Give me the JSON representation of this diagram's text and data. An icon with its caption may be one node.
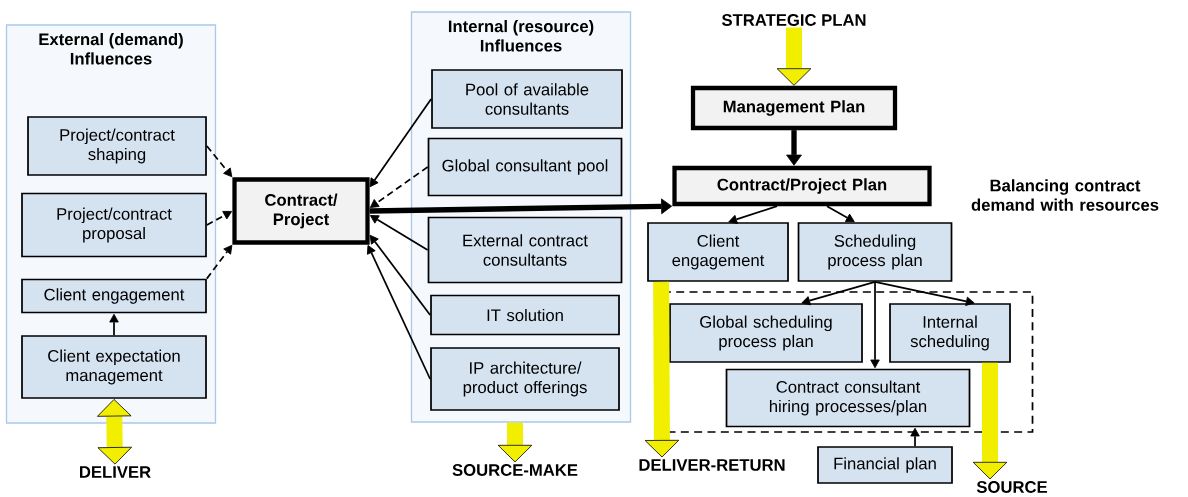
{
  "diagram": {
    "nodes": [
      {
        "text": [
          "External (demand) Influences"
        ]
      },
      {
        "text": [
          "Project/contract shaping"
        ],
        "in": 0
      },
      {
        "text": [
          "Project/contract proposal"
        ],
        "in": 0
      },
      {
        "text": [
          "Client engagement"
        ],
        "in": 0
      },
      {
        "text": [
          "Client expectation management"
        ],
        "in": 0
      },
      {
        "text": [
          "Contract/ Project"
        ]
      },
      {
        "text": [
          "Internal (resource) Influences"
        ]
      },
      {
        "text": [
          "Pool of available consultants"
        ],
        "in": 6
      },
      {
        "text": [
          "Global consultant pool"
        ],
        "in": 6
      },
      {
        "text": [
          "External contract consultants"
        ],
        "in": 6
      },
      {
        "text": [
          "IT solution"
        ],
        "in": 6
      },
      {
        "text": [
          "IP architecture/ product offerings"
        ],
        "in": 6
      },
      {
        "text": [
          "DELIVER"
        ]
      },
      {
        "text": [
          "STRATEGIC PLAN"
        ]
      },
      {
        "text": [
          "Management Plan"
        ]
      },
      {
        "text": [
          "Contract/Project Plan"
        ]
      },
      {
        "text": [
          "Client engagement"
        ]
      },
      {
        "text": [
          "Scheduling process plan"
        ]
      },
      {
        "text": [],
        "shape": "box"
      },
      {
        "text": [
          "Global scheduling process plan"
        ],
        "in": 18
      },
      {
        "text": [
          "Internal scheduling"
        ],
        "in": 18
      },
      {
        "text": [
          "Contract consultant hiring processes/plan"
        ],
        "in": 18
      },
      {
        "text": [
          "Financial plan"
        ]
      },
      {
        "text": [
          "DELIVER-RETURN"
        ]
      },
      {
        "text": [
          "SOURCE"
        ]
      },
      {
        "text": [
          "SOURCE-MAKE"
        ]
      }
    ],
    "edges": [
      {
        "from": 1,
        "to": 5,
        "arrow": "to",
        "style": "dashed"
      },
      {
        "from": 2,
        "to": 5,
        "arrow": "to",
        "style": "dashed"
      },
      {
        "from": 3,
        "to": 5,
        "arrow": "to",
        "style": "dashed"
      },
      {
        "from": 4,
        "to": 3,
        "arrow": "to"
      },
      {
        "from": 4,
        "to": 12,
        "arrow": "both",
        "style": "thick",
        "color": "#f2ee00"
      },
      {
        "from": 7,
        "to": 5,
        "arrow": "to"
      },
      {
        "from": 8,
        "to": 5,
        "arrow": "to",
        "style": "dashed"
      },
      {
        "from": 9,
        "to": 5,
        "arrow": "to"
      },
      {
        "from": 10,
        "to": 5,
        "arrow": "to"
      },
      {
        "from": 11,
        "to": 5,
        "arrow": "to"
      },
      {
        "from": 6,
        "to": 25,
        "arrow": "to",
        "style": "thick",
        "color": "#f2ee00"
      },
      {
        "from": 5,
        "to": 15,
        "arrow": "to",
        "style": "thick"
      },
      {
        "from": 13,
        "to": 14,
        "arrow": "to",
        "style": "thick",
        "color": "#f2ee00"
      },
      {
        "from": 14,
        "to": 15,
        "arrow": "to",
        "style": "thick"
      },
      {
        "from": 15,
        "to": 16,
        "arrow": "to"
      },
      {
        "from": 15,
        "to": 17,
        "arrow": "to"
      },
      {
        "from": 16,
        "to": 23,
        "arrow": "to",
        "style": "thick",
        "color": "#f2ee00"
      },
      {
        "from": 17,
        "to": 19,
        "arrow": "to"
      },
      {
        "from": 17,
        "to": 20,
        "arrow": "to"
      },
      {
        "from": 17,
        "to": 21,
        "arrow": "to"
      },
      {
        "from": 22,
        "to": 21,
        "arrow": "to"
      },
      {
        "from": 20,
        "to": 24,
        "arrow": "to",
        "style": "thick",
        "color": "#f2ee00"
      }
    ],
    "labels": [
      "Balancing contract demand with resources"
    ]
  }
}
